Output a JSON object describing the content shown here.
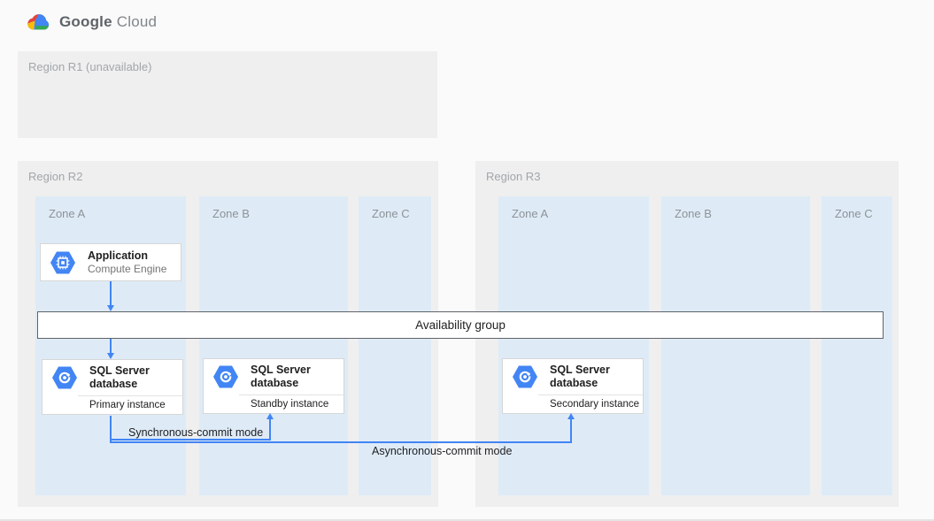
{
  "header": {
    "logo_google": "Google",
    "logo_cloud": "Cloud"
  },
  "regions": {
    "r1": {
      "label": "Region R1 (unavailable)"
    },
    "r2": {
      "label": "Region R2",
      "zones": [
        {
          "label": "Zone A"
        },
        {
          "label": "Zone B"
        },
        {
          "label": "Zone C"
        }
      ]
    },
    "r3": {
      "label": "Region R3",
      "zones": [
        {
          "label": "Zone A"
        },
        {
          "label": "Zone B"
        },
        {
          "label": "Zone C"
        }
      ]
    }
  },
  "availability_group": {
    "label": "Availability group"
  },
  "cards": {
    "application": {
      "title": "Application",
      "subtitle": "Compute Engine",
      "icon": "compute-engine-icon"
    },
    "primary_db": {
      "title": "SQL Server database",
      "instance": "Primary instance",
      "icon": "cloud-sql-icon"
    },
    "standby_db": {
      "title": "SQL Server database",
      "instance": "Standby instance",
      "icon": "cloud-sql-icon"
    },
    "secondary_db": {
      "title": "SQL Server database",
      "instance": "Secondary instance",
      "icon": "cloud-sql-icon"
    }
  },
  "connections": {
    "sync_label": "Synchronous-commit mode",
    "async_label": "Asynchronous-commit mode"
  },
  "colors": {
    "accent_blue": "#4285f4",
    "region_bg": "#efefef",
    "zone_bg": "#deebf7",
    "card_border": "#d6d6d6",
    "availability_border": "#5f6368"
  }
}
